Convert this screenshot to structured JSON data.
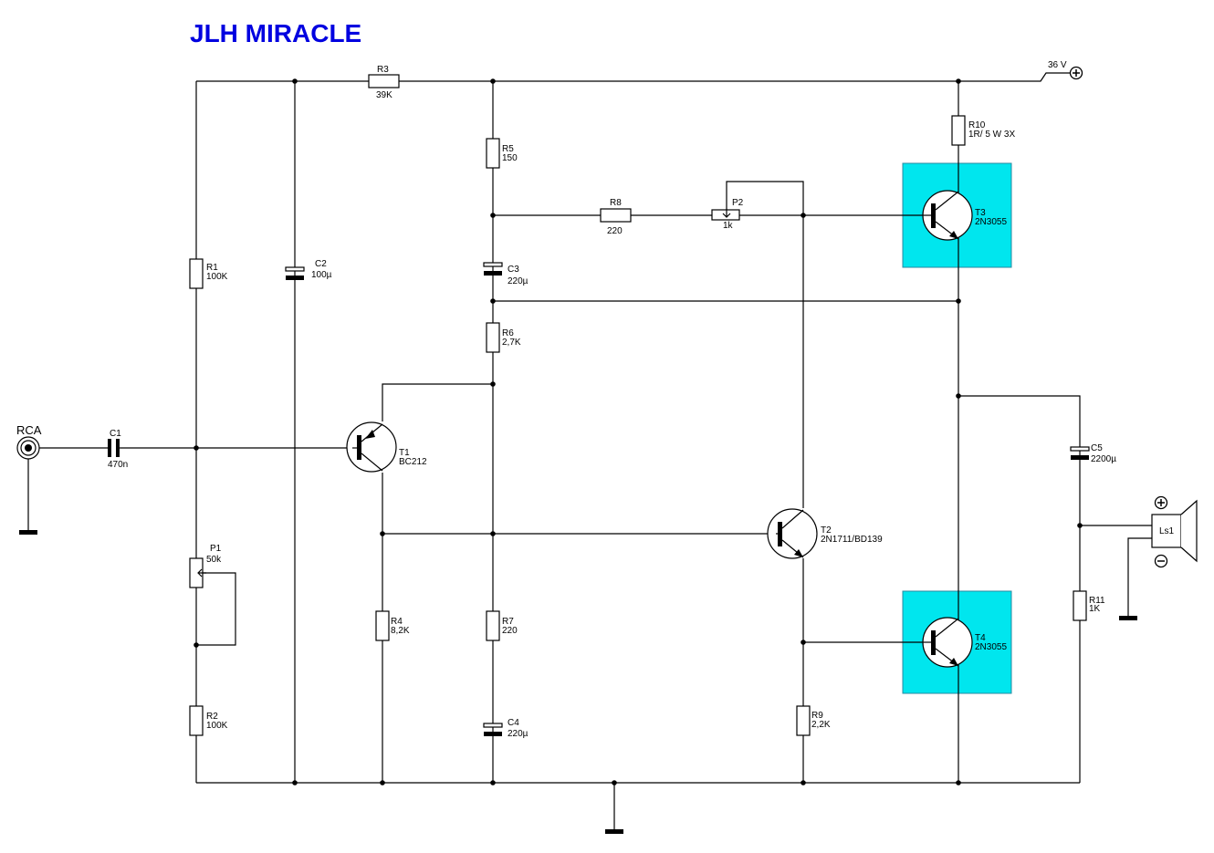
{
  "title": "JLH MIRACLE",
  "supply": "36 V",
  "input_connector": "RCA",
  "components": {
    "C1": {
      "ref": "C1",
      "value": "470n"
    },
    "C2": {
      "ref": "C2",
      "value": "100µ"
    },
    "C3": {
      "ref": "C3",
      "value": "220µ"
    },
    "C4": {
      "ref": "C4",
      "value": "220µ"
    },
    "C5": {
      "ref": "C5",
      "value": "2200µ"
    },
    "R1": {
      "ref": "R1",
      "value": "100K"
    },
    "R2": {
      "ref": "R2",
      "value": "100K"
    },
    "R3": {
      "ref": "R3",
      "value": "39K"
    },
    "R4": {
      "ref": "R4",
      "value": "8,2K"
    },
    "R5": {
      "ref": "R5",
      "value": "150"
    },
    "R6": {
      "ref": "R6",
      "value": "2,7K"
    },
    "R7": {
      "ref": "R7",
      "value": "220"
    },
    "R8": {
      "ref": "R8",
      "value": "220"
    },
    "R9": {
      "ref": "R9",
      "value": "2,2K"
    },
    "R10": {
      "ref": "R10",
      "value": "1R/ 5 W 3X"
    },
    "R11": {
      "ref": "R11",
      "value": "1K"
    },
    "P1": {
      "ref": "P1",
      "value": "50k"
    },
    "P2": {
      "ref": "P2",
      "value": "1k"
    },
    "T1": {
      "ref": "T1",
      "value": "BC212"
    },
    "T2": {
      "ref": "T2",
      "value": "2N1711/BD139"
    },
    "T3": {
      "ref": "T3",
      "value": "2N3055"
    },
    "T4": {
      "ref": "T4",
      "value": "2N3055"
    },
    "LS1": {
      "ref": "Ls1"
    }
  },
  "colors": {
    "title": "#0000e0",
    "heatsink": "#00e6ee"
  }
}
